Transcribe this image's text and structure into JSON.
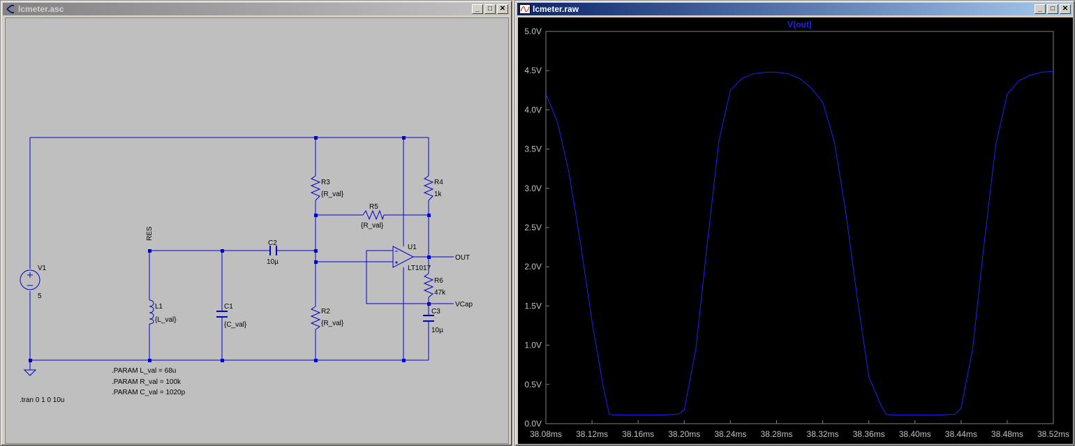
{
  "schematic_window": {
    "title": "lcmeter.asc",
    "buttons": {
      "minimize": "_",
      "maximize": "□",
      "close": "✕"
    },
    "components": {
      "v1": {
        "name": "V1",
        "value": "5"
      },
      "r3": {
        "name": "R3",
        "value": "{R_val}"
      },
      "r4": {
        "name": "R4",
        "value": "1k"
      },
      "r5": {
        "name": "R5",
        "value": "{R_val}"
      },
      "r2": {
        "name": "R2",
        "value": "{R_val}"
      },
      "r6": {
        "name": "R6",
        "value": "47k"
      },
      "c2": {
        "name": "C2",
        "value": "10µ"
      },
      "c1": {
        "name": "C1",
        "value": "{C_val}"
      },
      "c3": {
        "name": "C3",
        "value": "10µ"
      },
      "l1": {
        "name": "L1",
        "value": "{L_val}"
      },
      "u1": {
        "name": "U1",
        "value": "LT1017"
      }
    },
    "net_labels": {
      "res": "RES",
      "out": "OUT",
      "vcap": "VCap"
    },
    "directives": [
      ".PARAM L_val = 68u",
      ".PARAM R_val = 100k",
      ".PARAM C_val = 1020p",
      ".tran 0 1 0 10u"
    ]
  },
  "plot_window": {
    "title": "lcmeter.raw",
    "buttons": {
      "minimize": "_",
      "maximize": "□",
      "close": "✕"
    },
    "chart_data": {
      "type": "line",
      "title": "V(out)",
      "x_ticks": [
        "38.08ms",
        "38.12ms",
        "38.16ms",
        "38.20ms",
        "38.24ms",
        "38.28ms",
        "38.32ms",
        "38.36ms",
        "38.40ms",
        "38.44ms",
        "38.48ms",
        "38.52ms"
      ],
      "y_ticks": [
        "0.0V",
        "0.5V",
        "1.0V",
        "1.5V",
        "2.0V",
        "2.5V",
        "3.0V",
        "3.5V",
        "4.0V",
        "4.5V",
        "5.0V"
      ],
      "xlim": [
        38.08,
        38.52
      ],
      "ylim": [
        0,
        5
      ],
      "series": [
        {
          "name": "V(out)",
          "color": "#2020ff",
          "x": [
            38.08,
            38.09,
            38.1,
            38.11,
            38.12,
            38.13,
            38.135,
            38.14,
            38.16,
            38.18,
            38.195,
            38.2,
            38.21,
            38.22,
            38.23,
            38.24,
            38.25,
            38.26,
            38.27,
            38.28,
            38.29,
            38.3,
            38.31,
            38.32,
            38.33,
            38.34,
            38.35,
            38.36,
            38.37,
            38.375,
            38.38,
            38.4,
            38.42,
            38.435,
            38.44,
            38.45,
            38.46,
            38.47,
            38.48,
            38.49,
            38.5,
            38.51,
            38.52
          ],
          "y": [
            4.2,
            3.85,
            3.2,
            2.3,
            1.3,
            0.45,
            0.12,
            0.11,
            0.11,
            0.11,
            0.12,
            0.18,
            0.95,
            2.3,
            3.6,
            4.25,
            4.4,
            4.46,
            4.48,
            4.48,
            4.46,
            4.4,
            4.28,
            4.1,
            3.6,
            2.7,
            1.6,
            0.6,
            0.25,
            0.12,
            0.11,
            0.11,
            0.11,
            0.12,
            0.2,
            0.95,
            2.3,
            3.55,
            4.2,
            4.37,
            4.44,
            4.48,
            4.49
          ]
        }
      ],
      "grid": false,
      "background": "#000000"
    }
  }
}
